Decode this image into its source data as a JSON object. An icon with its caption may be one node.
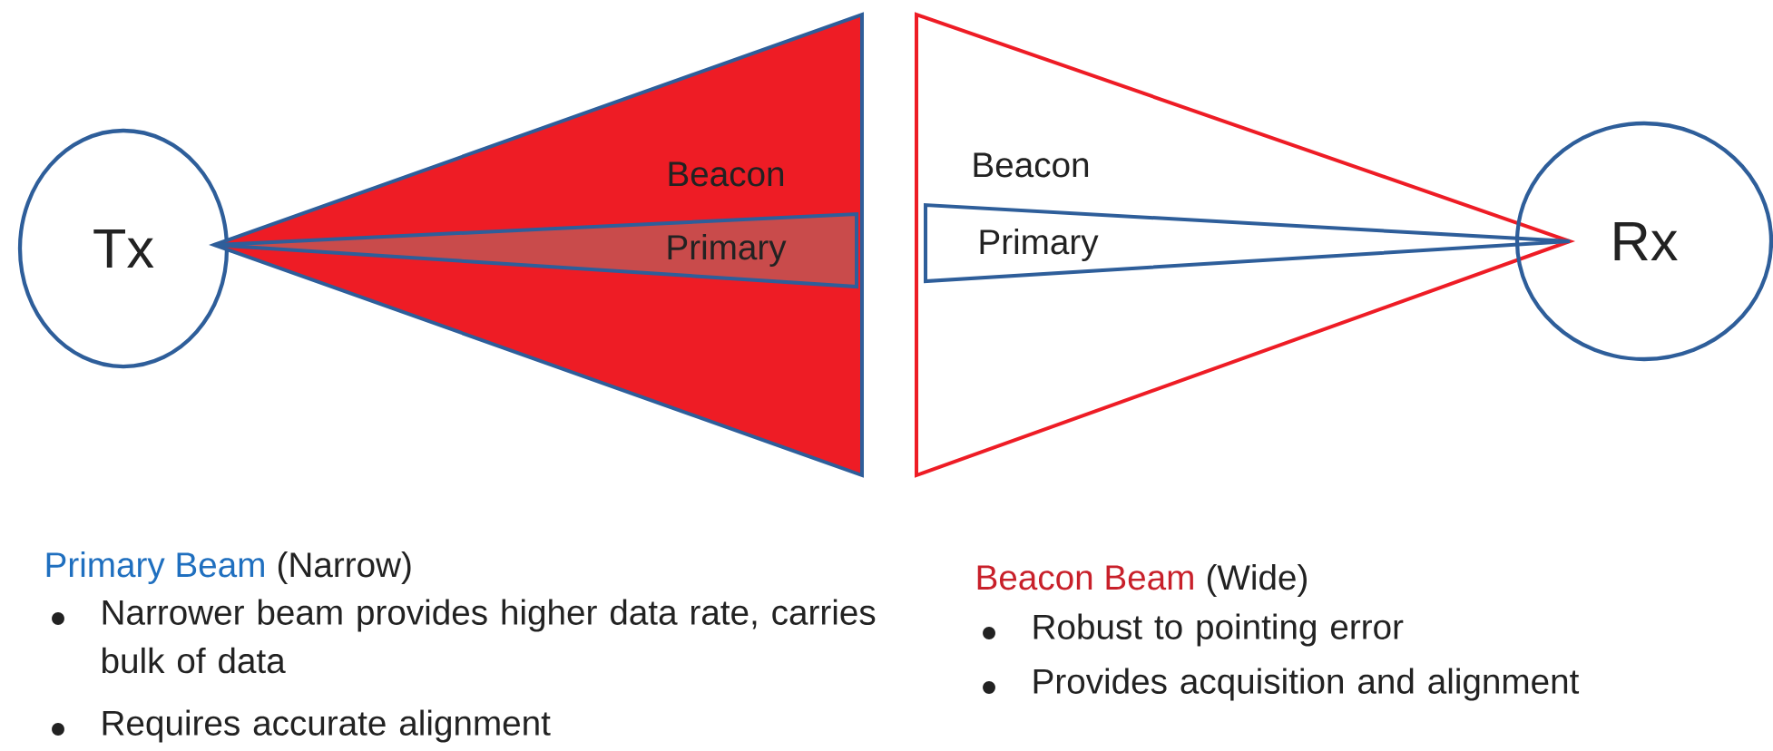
{
  "diagram": {
    "nodes": [
      {
        "text": [
          "Tx"
        ]
      },
      {
        "text": [
          "Beacon"
        ]
      },
      {
        "text": [
          "Primary"
        ],
        "in": 1
      },
      {
        "text": [
          "Beacon"
        ]
      },
      {
        "text": [
          "Primary"
        ],
        "in": 3
      },
      {
        "text": [
          "Rx"
        ]
      }
    ],
    "labels": [
      "Primary Beam",
      "(Narrow)",
      "Narrower beam provides higher data rate, carries bulk of data",
      "Requires accurate alignment",
      "Beacon Beam",
      "(Wide)",
      "Robust to pointing error",
      "Provides acquisition and alignment"
    ]
  }
}
